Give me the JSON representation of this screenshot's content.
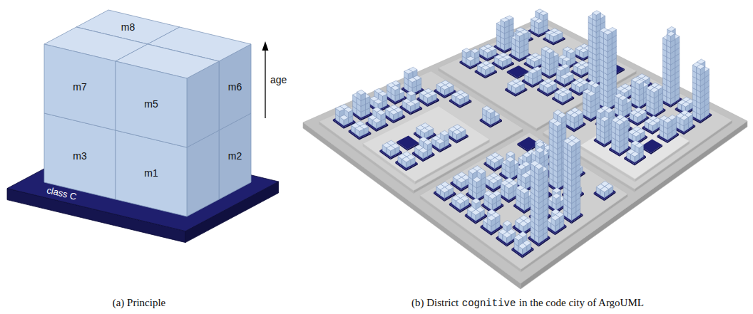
{
  "diagram": {
    "nodes": [
      {
        "text": [
          "m8"
        ]
      },
      {
        "text": [
          "m7"
        ]
      },
      {
        "text": [
          "m6"
        ]
      },
      {
        "text": [
          "m5"
        ]
      },
      {
        "text": [
          "m3"
        ]
      },
      {
        "text": [
          "m2"
        ]
      },
      {
        "text": [
          "m1"
        ]
      },
      {
        "text": [
          "class C"
        ]
      }
    ],
    "labels": [
      "age",
      "(a) Principle",
      "(b) District",
      "cognitive",
      "in the code city of ArgoUML"
    ]
  }
}
